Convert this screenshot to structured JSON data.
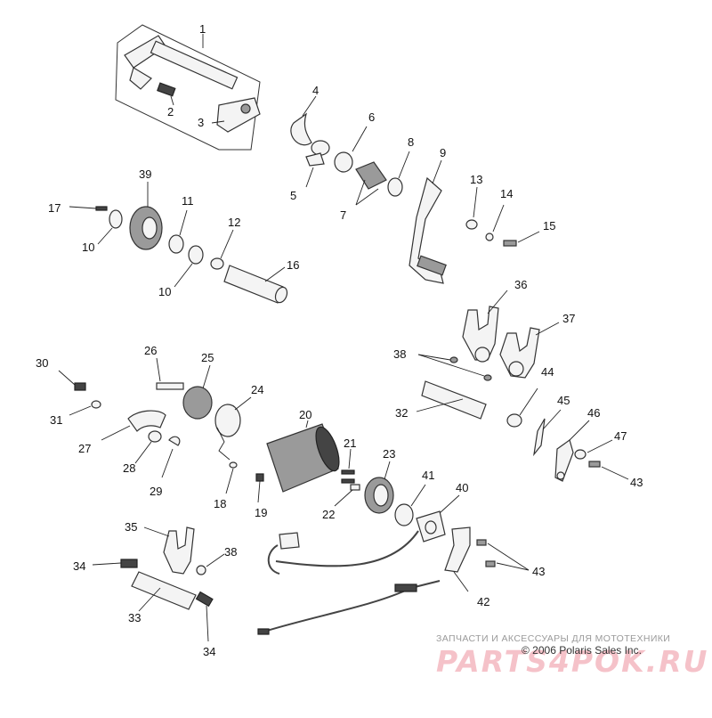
{
  "diagram": {
    "callouts": [
      "1",
      "2",
      "3",
      "4",
      "5",
      "6",
      "7",
      "8",
      "9",
      "10",
      "10",
      "11",
      "12",
      "13",
      "14",
      "15",
      "16",
      "17",
      "39",
      "36",
      "37",
      "38",
      "44",
      "32",
      "45",
      "46",
      "47",
      "43",
      "43",
      "30",
      "31",
      "26",
      "25",
      "24",
      "27",
      "28",
      "29",
      "20",
      "21",
      "22",
      "18",
      "19",
      "23",
      "41",
      "40",
      "42",
      "35",
      "38",
      "34",
      "34",
      "33"
    ]
  },
  "watermark": {
    "top_line": "ЗАПЧАСТИ И АКСЕССУАРЫ ДЛЯ МОТОТЕХНИКИ",
    "logo": "PARTS4POK.RU",
    "copyright": "© 2006 Polaris Sales Inc."
  }
}
